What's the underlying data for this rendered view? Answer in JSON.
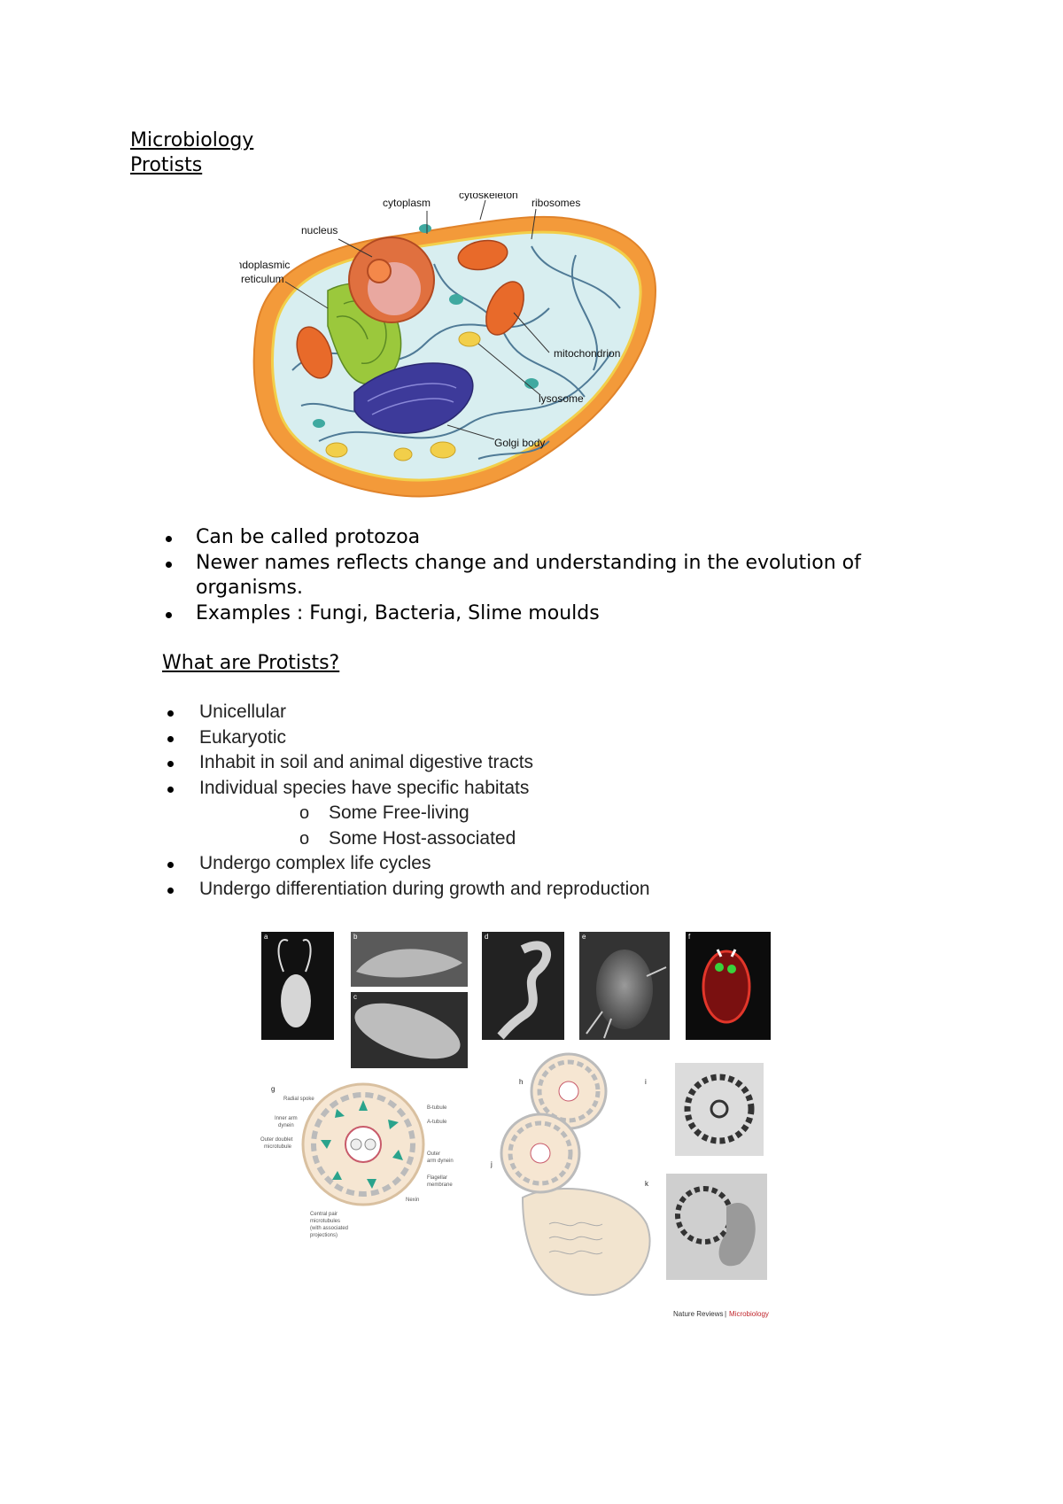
{
  "title": "Microbiology",
  "subtitle": "Protists",
  "cell_diagram": {
    "labels": {
      "cytoplasm": "cytoplasm",
      "cytoskeleton": "cytoskeleton",
      "ribosomes": "ribosomes",
      "nucleus": "nucleus",
      "endoplasmic_1": "endoplasmic",
      "endoplasmic_2": "reticulum",
      "mitochondrion": "mitochondrion",
      "lysosome": "lysosome",
      "golgi": "Golgi body"
    },
    "colors": {
      "membrane": "#f39a3a",
      "cytoplasm": "#d8eef0",
      "nucleus": "#e0703f",
      "er": "#9bc83c",
      "golgi": "#3d3a9a",
      "mito": "#e86a2a"
    }
  },
  "intro_bullets": [
    "Can be called protozoa",
    "Newer names reflects change and understanding in the evolution of organisms.",
    "Examples : Fungi, Bacteria, Slime moulds"
  ],
  "section_heading": "What are Protists?",
  "characteristics": {
    "items": [
      "Unicellular",
      "Eukaryotic",
      "Inhabit in soil and animal digestive tracts",
      "Individual species have specific habitats"
    ],
    "sub_items": [
      "Some Free-living",
      "Some Host-associated"
    ],
    "sub_marker": "o",
    "items_after": [
      "Undergo complex life cycles",
      "Undergo differentiation during growth and reproduction"
    ]
  },
  "micro_figure": {
    "panel_letters": [
      "a",
      "b",
      "c",
      "d",
      "e",
      "f",
      "g",
      "h",
      "i",
      "j",
      "k"
    ],
    "axoneme_labels": {
      "radial_spoke": "Radial spoke",
      "inner_arm_dynein_1": "Inner arm",
      "inner_arm_dynein_2": "dynein",
      "outer_doublet_1": "Outer doublet",
      "outer_doublet_2": "microtubule",
      "b_tubule": "B-tubule",
      "a_tubule": "A-tubule",
      "outer_arm_1": "Outer",
      "outer_arm_2": "arm dynein",
      "flagellar_1": "Flagellar",
      "flagellar_2": "membrane",
      "nexin": "Nexin",
      "central_pair_1": "Central pair",
      "central_pair_2": "microtubules",
      "central_pair_3": "(with associated",
      "central_pair_4": "projections)"
    },
    "credit_journal": "Nature Reviews",
    "credit_separator": "|",
    "credit_field": "Microbiology",
    "credit_color": "#c0262d"
  }
}
